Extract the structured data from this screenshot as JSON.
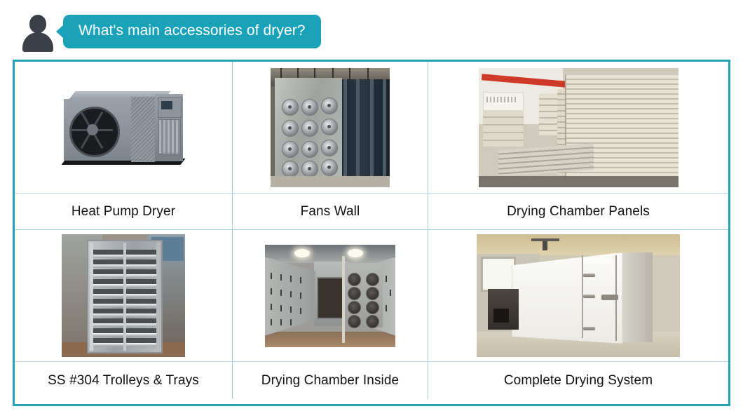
{
  "header": {
    "avatar_name": "user-avatar",
    "question": "What's main accessories of dryer?",
    "bubble_color": "#19a2b8",
    "avatar_color": "#3b4049"
  },
  "grid": {
    "border_color": "#26a0b4",
    "divider_color": "#9fd2dc",
    "rows": [
      {
        "cells": [
          {
            "image": "heat-pump-dryer-photo",
            "caption": "Heat Pump Dryer"
          },
          {
            "image": "fans-wall-photo",
            "caption": "Fans Wall"
          },
          {
            "image": "drying-chamber-panels-photo",
            "caption": "Drying Chamber Panels"
          }
        ]
      },
      {
        "cells": [
          {
            "image": "ss-trolleys-trays-photo",
            "caption": "SS #304 Trolleys & Trays"
          },
          {
            "image": "drying-chamber-inside-photo",
            "caption": "Drying Chamber Inside"
          },
          {
            "image": "complete-drying-system-photo",
            "caption": "Complete Drying System"
          }
        ]
      }
    ]
  }
}
